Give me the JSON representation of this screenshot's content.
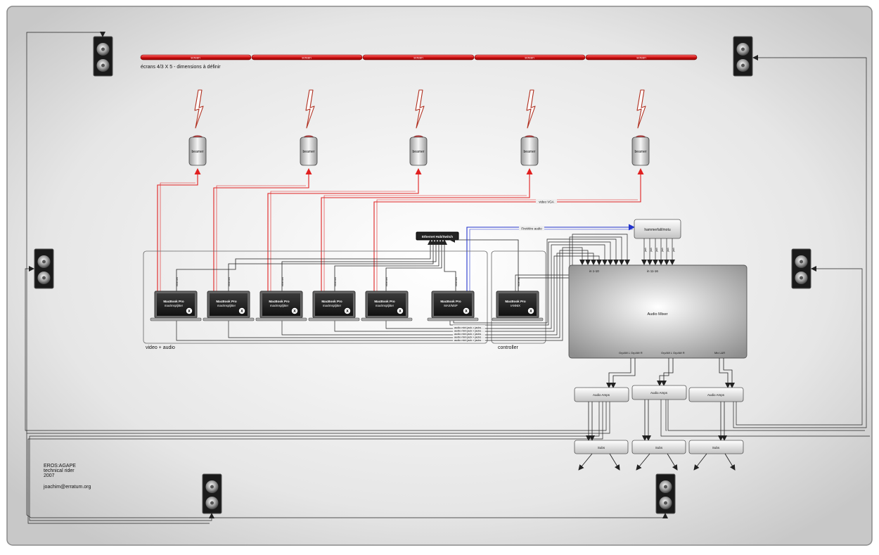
{
  "screens": {
    "label": "écrans 4/3 X 5 - dimensions à définir",
    "items": [
      "screen",
      "screen",
      "screen",
      "screen",
      "screen"
    ]
  },
  "projectors": [
    "beamer",
    "beamer",
    "beamer",
    "beamer",
    "beamer"
  ],
  "laptops": [
    {
      "line1": "MacBook Pro",
      "line2": "max/msp/jitter"
    },
    {
      "line1": "MacBook Pro",
      "line2": "max/msp/jitter"
    },
    {
      "line1": "MacBook Pro",
      "line2": "max/msp/jitter"
    },
    {
      "line1": "MacBook Pro",
      "line2": "max/msp/jitter"
    },
    {
      "line1": "MacBook Pro",
      "line2": "max/msp/jitter"
    },
    {
      "line1": "MacBook Pro",
      "line2": "MAX/MSP"
    },
    {
      "line1": "MacBook Pro",
      "line2": "IANNIX"
    }
  ],
  "labels": {
    "ethernet": "ethernet",
    "switch": "Ethernet Hub/Switch",
    "firewire": "FireWire audio",
    "video_vga": "video VGA",
    "interface": "hammerfall/motu",
    "jack": "jack",
    "group_video": "video + audio",
    "group_controller": "controller",
    "mixer": "Audio Mixer",
    "in_1_10": "in 1-10",
    "in_11_16": "in 11-16",
    "grp_out_1": "Grp/Aft L  Grp/Aft R",
    "grp_out_2": "Grp/Aft L  Grp/Aft R",
    "mix_lr": "Mix L&R",
    "amp": "Audio Amps",
    "subs": "Subs",
    "audio_out": [
      "audio mini jack > jacks",
      "audio mini jack > jacks",
      "audio mini jack > jacks",
      "audio mini jack > jacks",
      "audio mini jack > jacks"
    ]
  },
  "credits": {
    "title": "EROS:AGAPE",
    "line2": "technical rider",
    "year": "2007",
    "email": "joachim@erratum.org"
  },
  "colors": {
    "video_cable": "#e02020",
    "firewire_cable": "#2233cc",
    "audio_cable": "#222222"
  }
}
